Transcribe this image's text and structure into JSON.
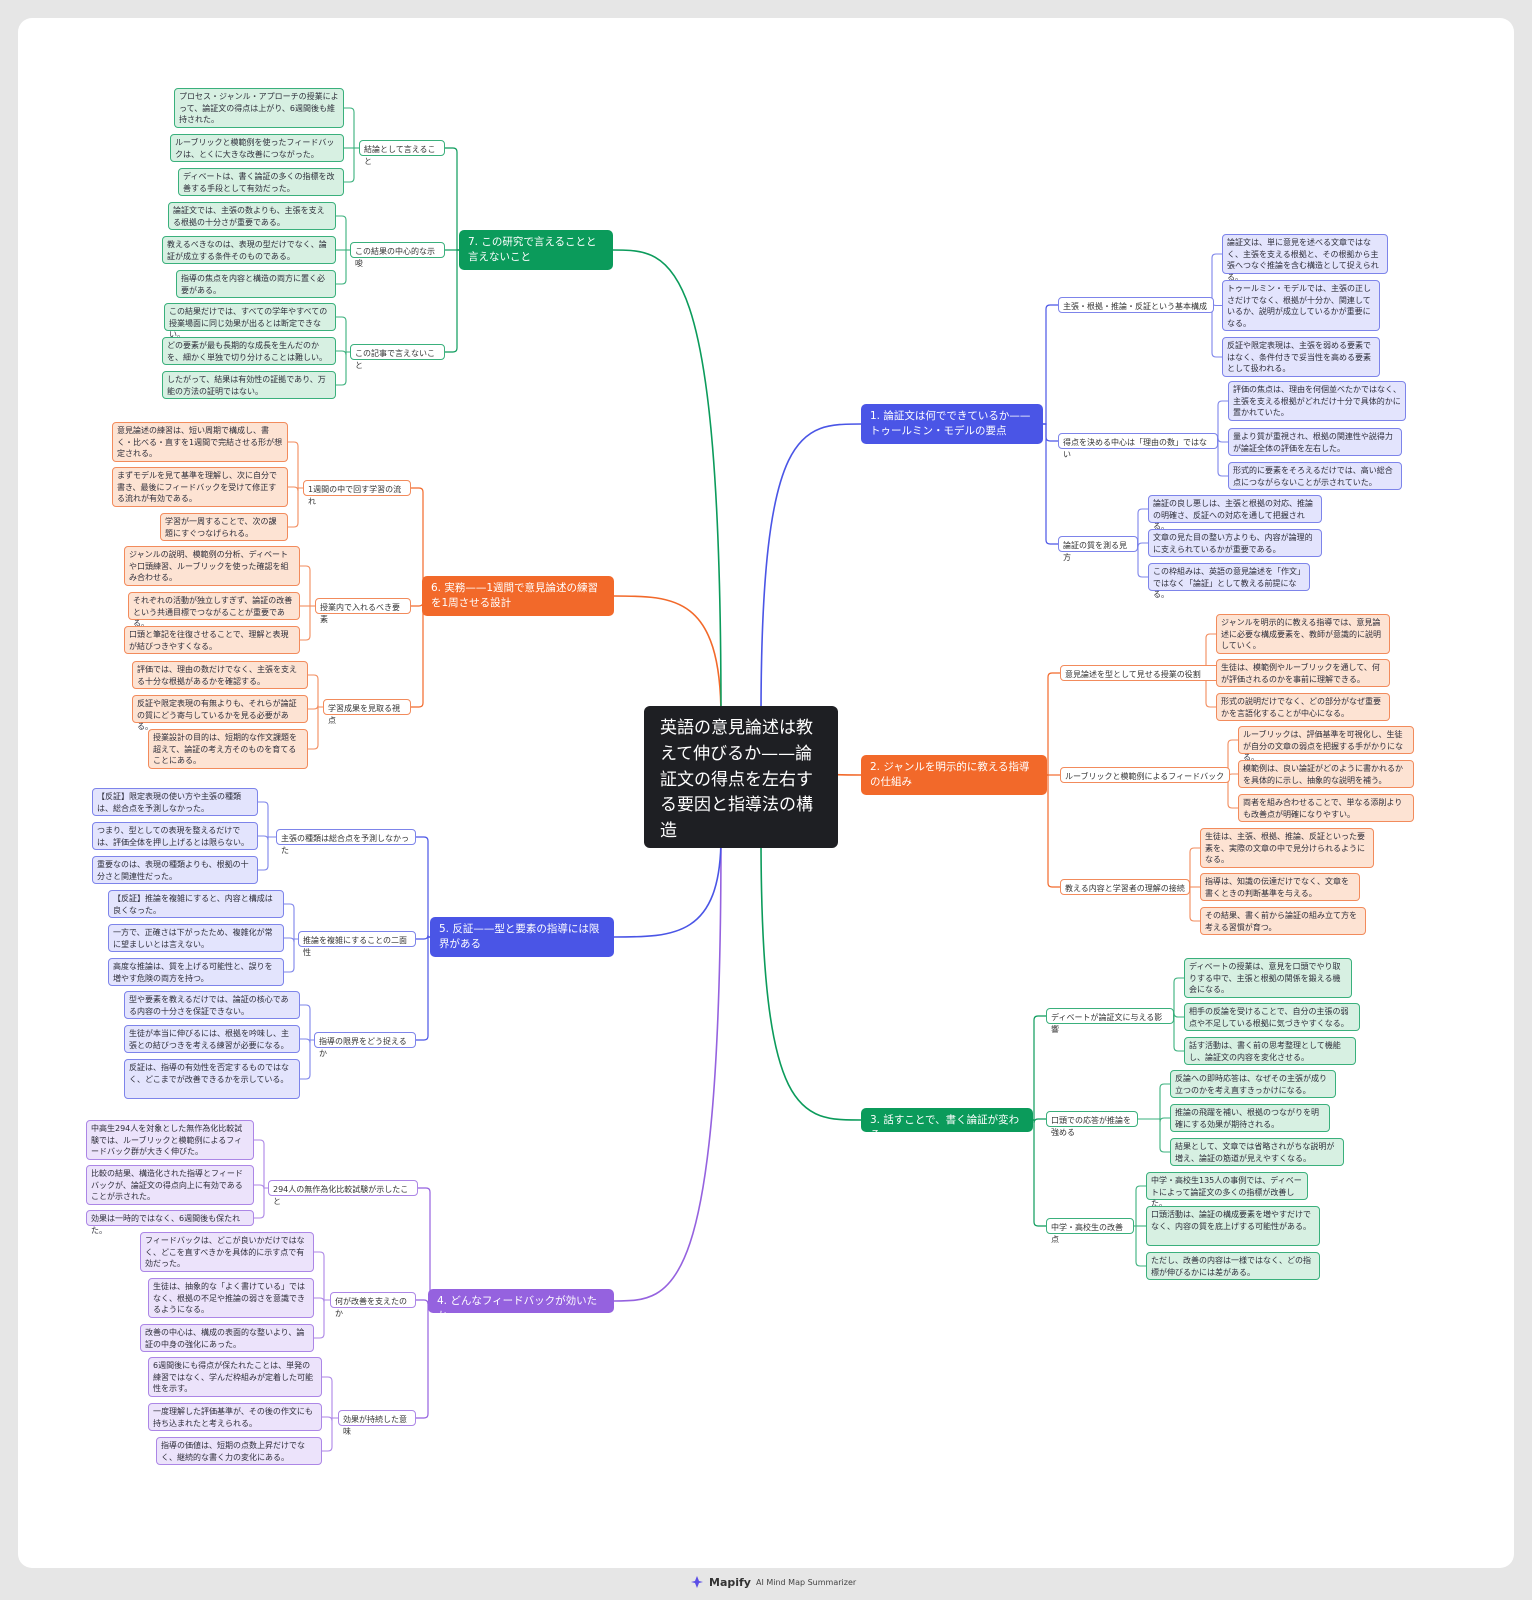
{
  "root": "英語の意見論述は教えて伸びるか——論証文の得点を左右する要因と指導法の構造",
  "colors": {
    "indigo": {
      "main": "#4a55e6",
      "fill": "#e3e4fd",
      "border": "#7d84ea"
    },
    "orange": {
      "main": "#f2692a",
      "fill": "#fde3d3",
      "border": "#f28b5c"
    },
    "green": {
      "main": "#0b9b5b",
      "fill": "#d7f0e2",
      "border": "#3ab07c"
    },
    "purple": {
      "main": "#9562df",
      "fill": "#ece3fb",
      "border": "#ac86e6"
    }
  },
  "footer": {
    "brand": "Mapify",
    "tagline": "AI Mind Map Summarizer",
    "icon": "mapify-logo-icon"
  },
  "branches": [
    {
      "label": "1. 論証文は何でできているか——トゥールミン・モデルの要点",
      "color": "indigo",
      "children": [
        {
          "label": "主張・根拠・推論・反証という基本構成",
          "children": [
            "論証文は、単に意見を述べる文章ではなく、主張を支える根拠と、その根拠から主張へつなぐ推論を含む構造として捉えられる。",
            "トゥールミン・モデルでは、主張の正しさだけでなく、根拠が十分か、関連しているか、説明が成立しているかが重要になる。",
            "反証や限定表現は、主張を弱める要素ではなく、条件付きで妥当性を高める要素として扱われる。"
          ]
        },
        {
          "label": "得点を決める中心は「理由の数」ではない",
          "children": [
            "評価の焦点は、理由を何個並べたかではなく、主張を支える根拠がどれだけ十分で具体的かに置かれていた。",
            "量より質が重視され、根拠の関連性や説得力が論証全体の評価を左右した。",
            "形式的に要素をそろえるだけでは、高い総合点につながらないことが示されていた。"
          ]
        },
        {
          "label": "論証の質を測る見方",
          "children": [
            "論証の良し悪しは、主張と根拠の対応、推論の明確さ、反証への対応を通して把握される。",
            "文章の見た目の整い方よりも、内容が論理的に支えられているかが重要である。",
            "この枠組みは、英語の意見論述を「作文」ではなく「論証」として教える前提になる。"
          ]
        }
      ]
    },
    {
      "label": "2. ジャンルを明示的に教える指導の仕組み",
      "color": "orange",
      "children": [
        {
          "label": "意見論述を型として見せる授業の役割",
          "children": [
            "ジャンルを明示的に教える指導では、意見論述に必要な構成要素を、教師が意識的に説明していく。",
            "生徒は、模範例やルーブリックを通して、何が評価されるのかを事前に理解できる。",
            "形式の説明だけでなく、どの部分がなぜ重要かを言語化することが中心になる。"
          ]
        },
        {
          "label": "ルーブリックと模範例によるフィードバック",
          "children": [
            "ルーブリックは、評価基準を可視化し、生徒が自分の文章の弱点を把握する手がかりになる。",
            "模範例は、良い論証がどのように書かれるかを具体的に示し、抽象的な説明を補う。",
            "両者を組み合わせることで、単なる添削よりも改善点が明確になりやすい。"
          ]
        },
        {
          "label": "教える内容と学習者の理解の接続",
          "children": [
            "生徒は、主張、根拠、推論、反証といった要素を、実際の文章の中で見分けられるようになる。",
            "指導は、知識の伝達だけでなく、文章を書くときの判断基準を与える。",
            "その結果、書く前から論証の組み立て方を考える習慣が育つ。"
          ]
        }
      ]
    },
    {
      "label": "3. 話すことで、書く論証が変わる",
      "color": "green",
      "children": [
        {
          "label": "ディベートが論証文に与える影響",
          "children": [
            "ディベートの授業は、意見を口頭でやり取りする中で、主張と根拠の関係を鍛える機会になる。",
            "相手の反論を受けることで、自分の主張の弱点や不足している根拠に気づきやすくなる。",
            "話す活動は、書く前の思考整理として機能し、論証文の内容を変化させる。"
          ]
        },
        {
          "label": "口頭での応答が推論を強める",
          "children": [
            "反論への即時応答は、なぜその主張が成り立つのかを考え直すきっかけになる。",
            "推論の飛躍を補い、根拠のつながりを明確にする効果が期待される。",
            "結果として、文章では省略されがちな説明が増え、論証の筋道が見えやすくなる。"
          ]
        },
        {
          "label": "中学・高校生の改善点",
          "children": [
            "中学・高校生135人の事例では、ディベートによって論証文の多くの指標が改善した。",
            "口頭活動は、論証の構成要素を増やすだけでなく、内容の質を底上げする可能性がある。",
            "ただし、改善の内容は一様ではなく、どの指標が伸びるかには差がある。"
          ]
        }
      ]
    },
    {
      "label": "4. どんなフィードバックが効いたか",
      "color": "purple",
      "children": [
        {
          "label": "294人の無作為化比較試験が示したこと",
          "children": [
            "中高生294人を対象とした無作為化比較試験では、ルーブリックと模範例によるフィードバック群が大きく伸びた。",
            "比較の結果、構造化された指導とフィードバックが、論証文の得点向上に有効であることが示された。",
            "効果は一時的ではなく、6週間後も保たれた。"
          ]
        },
        {
          "label": "何が改善を支えたのか",
          "children": [
            "フィードバックは、どこが良いかだけではなく、どこを直すべきかを具体的に示す点で有効だった。",
            "生徒は、抽象的な「よく書けている」ではなく、根拠の不足や推論の弱さを意識できるようになる。",
            "改善の中心は、構成の表面的な整いより、論証の中身の強化にあった。"
          ]
        },
        {
          "label": "効果が持続した意味",
          "children": [
            "6週間後にも得点が保たれたことは、単発の練習ではなく、学んだ枠組みが定着した可能性を示す。",
            "一度理解した評価基準が、その後の作文にも持ち込まれたと考えられる。",
            "指導の価値は、短期の点数上昇だけでなく、継続的な書く力の変化にある。"
          ]
        }
      ]
    },
    {
      "label": "5. 反証——型と要素の指導には限界がある",
      "color": "indigo",
      "children": [
        {
          "label": "主張の種類は総合点を予測しなかった",
          "children": [
            "【反証】限定表現の使い方や主張の種類は、総合点を予測しなかった。",
            "つまり、型としての表現を整えるだけでは、評価全体を押し上げるとは限らない。",
            "重要なのは、表現の種類よりも、根拠の十分さと関連性だった。"
          ]
        },
        {
          "label": "推論を複雑にすることの二面性",
          "children": [
            "【反証】推論を複雑にすると、内容と構成は良くなった。",
            "一方で、正確さは下がったため、複雑化が常に望ましいとは言えない。",
            "高度な推論は、質を上げる可能性と、誤りを増やす危険の両方を持つ。"
          ]
        },
        {
          "label": "指導の限界をどう捉えるか",
          "children": [
            "型や要素を教えるだけでは、論証の核心である内容の十分さを保証できない。",
            "生徒が本当に伸びるには、根拠を吟味し、主張との結びつきを考える練習が必要になる。",
            "反証は、指導の有効性を否定するものではなく、どこまでが改善できるかを示している。"
          ]
        }
      ]
    },
    {
      "label": "6. 実務——1週間で意見論述の練習を1周させる設計",
      "color": "orange",
      "children": [
        {
          "label": "1週間の中で回す学習の流れ",
          "children": [
            "意見論述の練習は、短い周期で構成し、書く・比べる・直すを1週間で完結させる形が想定される。",
            "まずモデルを見て基準を理解し、次に自分で書き、最後にフィードバックを受けて修正する流れが有効である。",
            "学習が一周することで、次の課題にすぐつなげられる。"
          ]
        },
        {
          "label": "授業内で入れるべき要素",
          "children": [
            "ジャンルの説明、模範例の分析、ディベートや口頭練習、ルーブリックを使った確認を組み合わせる。",
            "それぞれの活動が独立しすぎず、論証の改善という共通目標でつながることが重要である。",
            "口頭と筆記を往復させることで、理解と表現が結びつきやすくなる。"
          ]
        },
        {
          "label": "学習成果を見取る視点",
          "children": [
            "評価では、理由の数だけでなく、主張を支える十分な根拠があるかを確認する。",
            "反証や限定表現の有無よりも、それらが論証の質にどう寄与しているかを見る必要がある。",
            "授業設計の目的は、短期的な作文課題を超えて、論証の考え方そのものを育てることにある。"
          ]
        }
      ]
    },
    {
      "label": "7. この研究で言えることと言えないこと",
      "color": "green",
      "children": [
        {
          "label": "結論として言えること",
          "children": [
            "プロセス・ジャンル・アプローチの授業によって、論証文の得点は上がり、6週間後も維持された。",
            "ルーブリックと模範例を使ったフィードバックは、とくに大きな改善につながった。",
            "ディベートは、書く論証の多くの指標を改善する手段として有効だった。"
          ]
        },
        {
          "label": "この結果の中心的な示唆",
          "children": [
            "論証文では、主張の数よりも、主張を支える根拠の十分さが重要である。",
            "教えるべきなのは、表現の型だけでなく、論証が成立する条件そのものである。",
            "指導の焦点を内容と構造の両方に置く必要がある。"
          ]
        },
        {
          "label": "この記事で言えないこと",
          "children": [
            "この結果だけでは、すべての学年やすべての授業場面に同じ効果が出るとは断定できない。",
            "どの要素が最も長期的な成長を生んだのかを、細かく単独で切り分けることは難しい。",
            "したがって、結果は有効性の証拠であり、万能の方法の証明ではない。"
          ]
        }
      ]
    }
  ]
}
